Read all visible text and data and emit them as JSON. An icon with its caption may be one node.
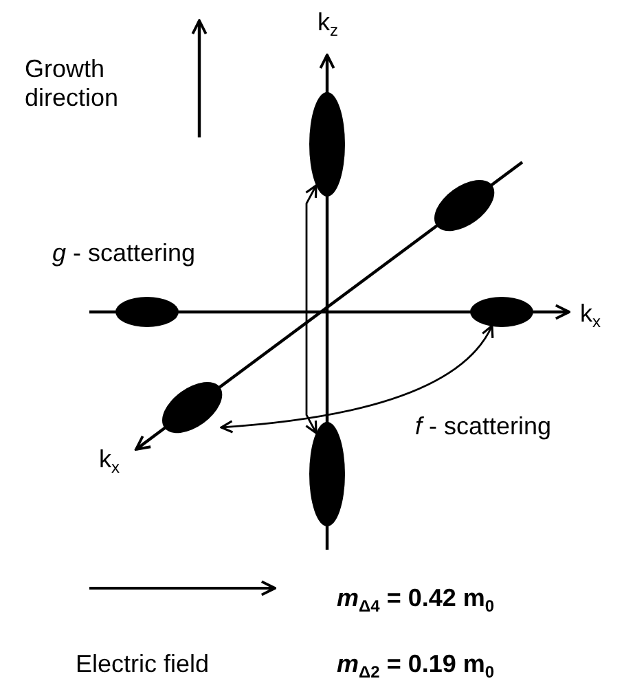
{
  "diagram": {
    "nodes": [
      {
        "text": [],
        "shape": "ellipse"
      },
      {
        "text": [],
        "shape": "ellipse"
      },
      {
        "text": [],
        "shape": "ellipse"
      },
      {
        "text": [],
        "shape": "ellipse"
      },
      {
        "text": [],
        "shape": "ellipse"
      },
      {
        "text": [],
        "shape": "ellipse"
      }
    ],
    "edges": [
      {
        "from": 0,
        "to": 5,
        "arrow": "both"
      },
      {
        "from": 3,
        "to": 4,
        "arrow": "both"
      }
    ],
    "labels": [
      "Growth direction",
      "k$_{z}$",
      "*g* - scattering",
      "k$_{x}$",
      "k$_{x}$",
      "*f* - scattering",
      "*m*$_{Δ4}$ = 0.42 m$_{0}$",
      "Electric field",
      "*m*$_{Δ2}$ = 0.19 m$_{0}$"
    ]
  }
}
